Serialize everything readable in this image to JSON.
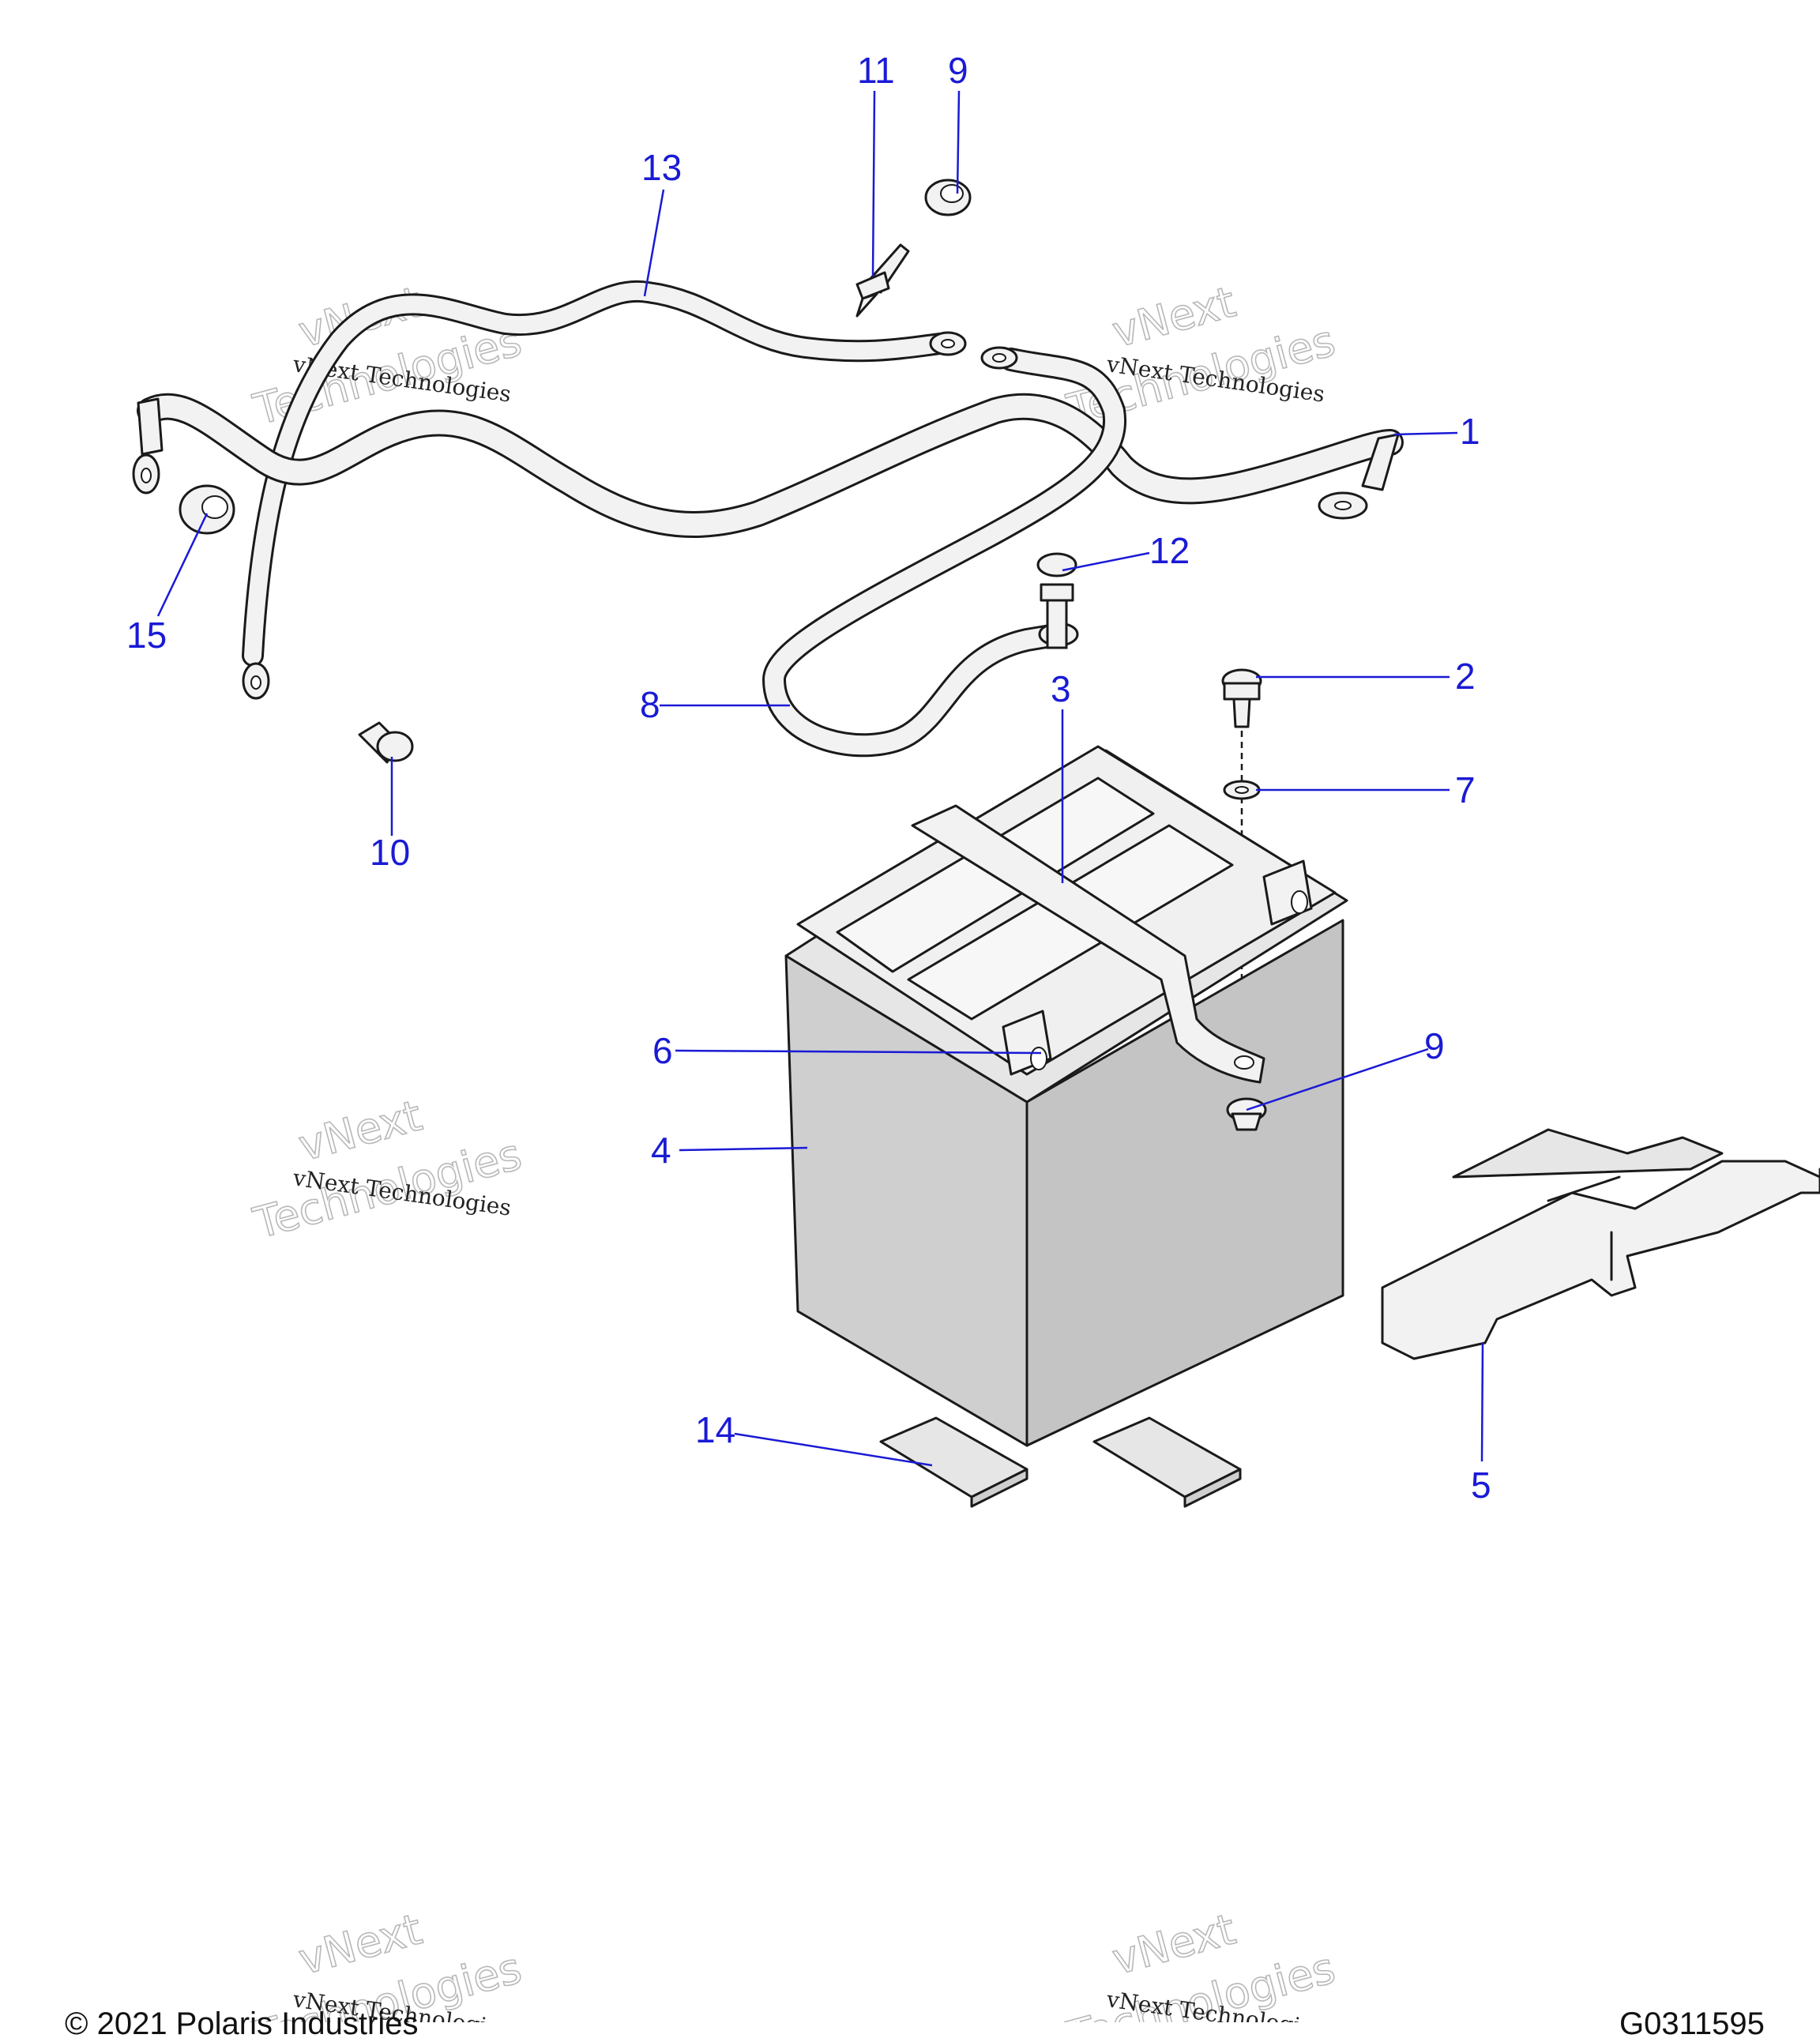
{
  "callouts": [
    {
      "id": "c11",
      "label": "11"
    },
    {
      "id": "c9a",
      "label": "9"
    },
    {
      "id": "c13",
      "label": "13"
    },
    {
      "id": "c1",
      "label": "1"
    },
    {
      "id": "c15",
      "label": "15"
    },
    {
      "id": "c12",
      "label": "12"
    },
    {
      "id": "c2",
      "label": "2"
    },
    {
      "id": "c3",
      "label": "3"
    },
    {
      "id": "c8",
      "label": "8"
    },
    {
      "id": "c7",
      "label": "7"
    },
    {
      "id": "c10",
      "label": "10"
    },
    {
      "id": "c6",
      "label": "6"
    },
    {
      "id": "c9b",
      "label": "9"
    },
    {
      "id": "c4",
      "label": "4"
    },
    {
      "id": "c14",
      "label": "14"
    },
    {
      "id": "c5",
      "label": "5"
    }
  ],
  "watermark": {
    "brand": "vNext",
    "word": "Technologies",
    "full": "vNext Technologies"
  },
  "footer": {
    "copyright": "© 2021 Polaris Industries",
    "figure_code": "G0311595"
  },
  "colors": {
    "callout": "#1a1ad6",
    "battery_body": "#cfcfcf",
    "part_fill": "#f2f2f2",
    "outline": "#1a1a1a"
  }
}
